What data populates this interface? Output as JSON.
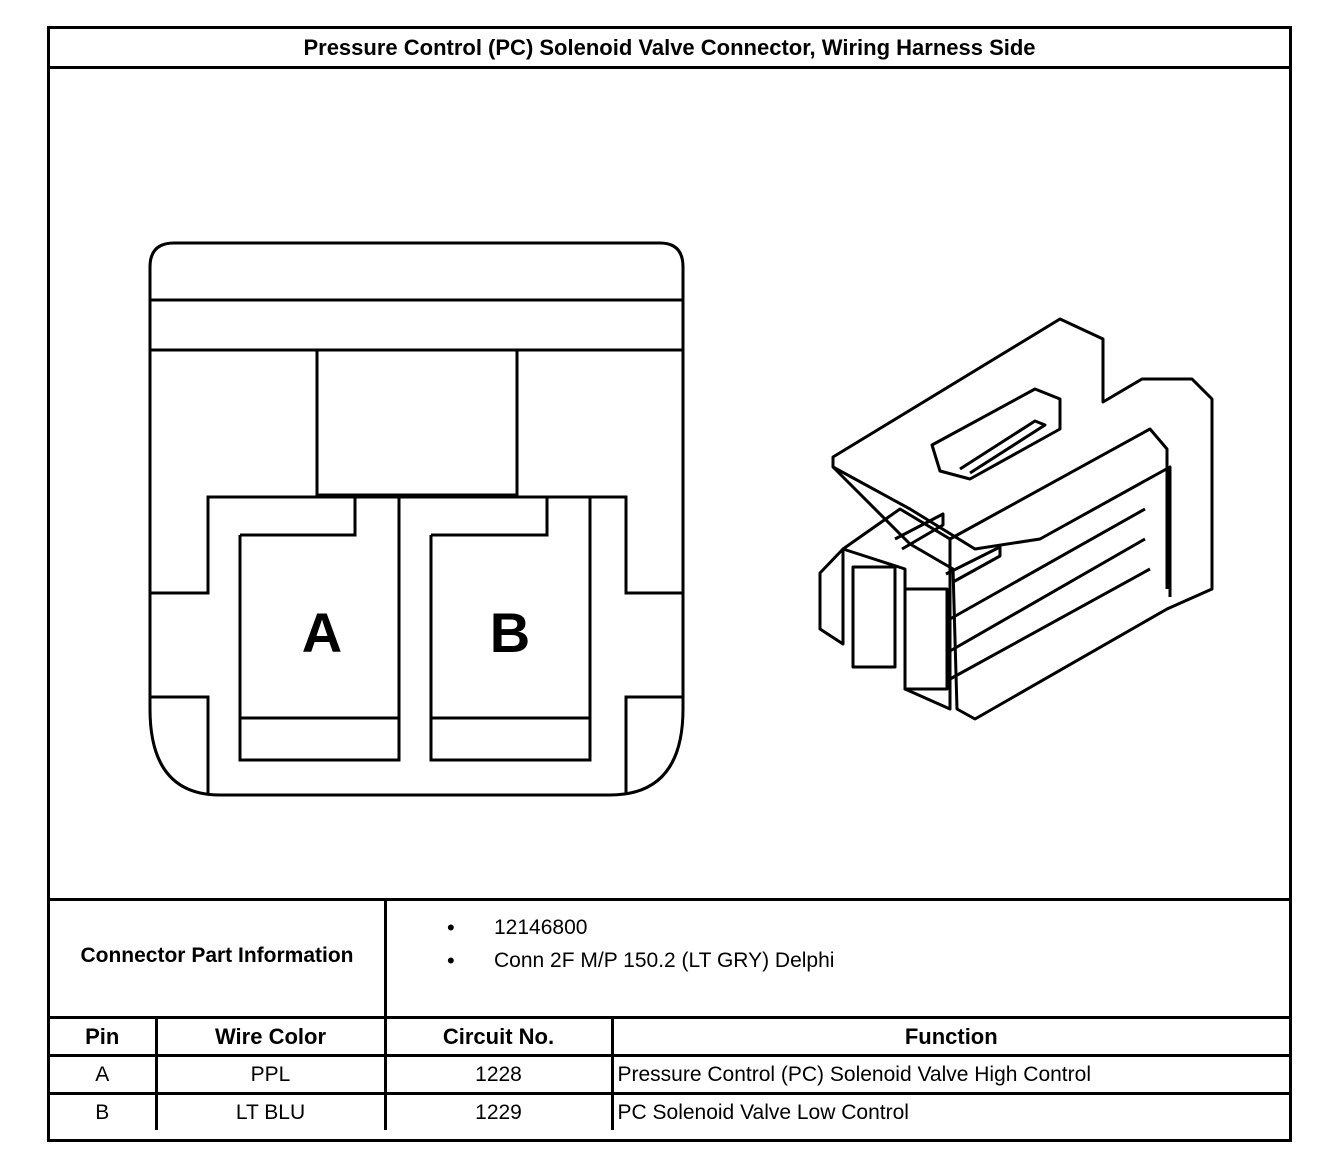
{
  "title": "Pressure Control (PC) Solenoid Valve Connector, Wiring Harness Side",
  "connector_face": {
    "cavity_labels": [
      "A",
      "B"
    ]
  },
  "part_info": {
    "label": "Connector Part Information",
    "items": [
      "12146800",
      "Conn 2F M/P 150.2 (LT GRY) Delphi"
    ],
    "bullet": "•"
  },
  "pin_table": {
    "headers": [
      "Pin",
      "Wire Color",
      "Circuit No.",
      "Function"
    ],
    "rows": [
      {
        "pin": "A",
        "wire_color": "PPL",
        "circuit": "1228",
        "function": "Pressure Control (PC) Solenoid Valve High Control"
      },
      {
        "pin": "B",
        "wire_color": "LT BLU",
        "circuit": "1229",
        "function": "PC Solenoid Valve Low Control"
      }
    ]
  }
}
